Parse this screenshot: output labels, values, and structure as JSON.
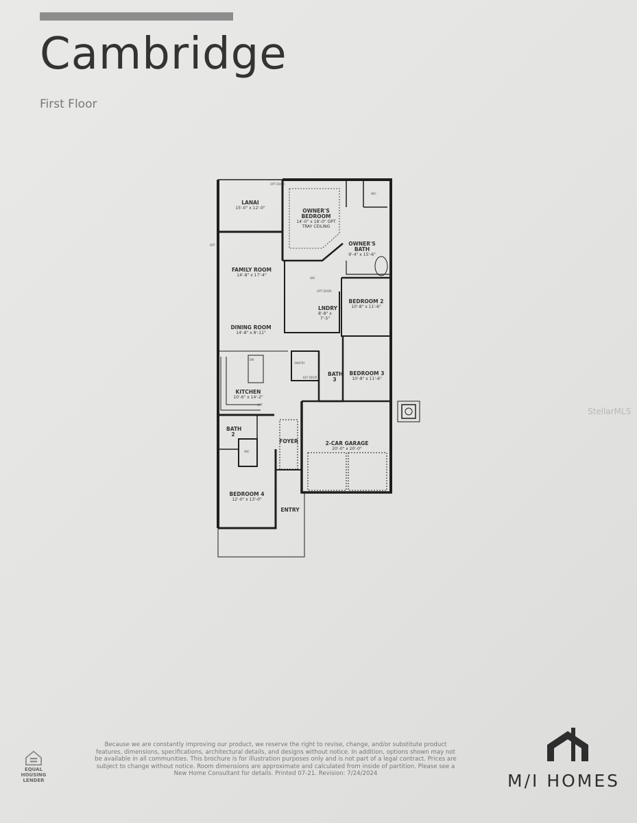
{
  "header": {
    "title": "Cambridge",
    "subtitle": "First Floor"
  },
  "rooms": [
    {
      "name": "LANAI",
      "dim": "15'-0\" x 12'-0\""
    },
    {
      "name": "OWNER'S BEDROOM",
      "dim": "14'-0\" x 18'-0\" OPT TRAY CEILING"
    },
    {
      "name": "OWNER'S BATH",
      "dim": "9'-4\" x 15'-6\""
    },
    {
      "name": "FAMILY ROOM",
      "dim": "14'-8\" x 17'-4\""
    },
    {
      "name": "BEDROOM 2",
      "dim": "10'-8\" x 11'-6\""
    },
    {
      "name": "LNDRY",
      "dim": "8'-8\" x 7'-5\""
    },
    {
      "name": "DINING ROOM",
      "dim": "14'-8\" x 8'-11\""
    },
    {
      "name": "BATH 3",
      "dim": ""
    },
    {
      "name": "BEDROOM 3",
      "dim": "10'-8\" x 11'-6\""
    },
    {
      "name": "KITCHEN",
      "dim": "10'-6\" x 14'-2\""
    },
    {
      "name": "BATH 2",
      "dim": ""
    },
    {
      "name": "FOYER",
      "dim": ""
    },
    {
      "name": "2-CAR GARAGE",
      "dim": "20'-0\" x 20'-0\""
    },
    {
      "name": "BEDROOM 4",
      "dim": "12'-0\" x 13'-0\""
    },
    {
      "name": "ENTRY",
      "dim": ""
    }
  ],
  "small_labels": {
    "opt_door": "OPT DOOR",
    "wic": "WIC",
    "opt": "OPT",
    "pantry": "PANTRY",
    "key_drop": "KEY DROP",
    "dw": "DW"
  },
  "watermark": "StellarMLS",
  "disclaimer": "Because we are constantly improving our product, we reserve the right to revise, change, and/or substitute product features, dimensions, specifications, architectural details, and designs without notice. In addition, options shown may not be available in all communities. This brochure is for illustration purposes only and is not part of a legal contract. Prices are subject to change without notice. Room dimensions are approximate and calculated from inside of partition. Please see a New Home Consultant for details. Printed 07-21. Revision: 7/24/2024",
  "logo": {
    "brand": "M/I HOMES",
    "text": "M/I HOMES"
  },
  "equal_housing": {
    "icon": "equal-housing-lender-icon",
    "text": "EQUAL HOUSING LENDER"
  }
}
